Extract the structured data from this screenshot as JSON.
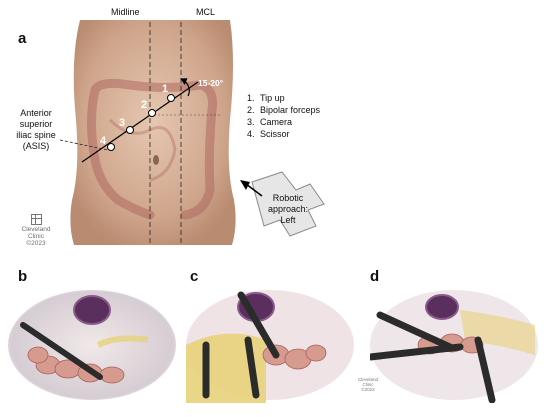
{
  "panels": {
    "a": "a",
    "b": "b",
    "c": "c",
    "d": "d"
  },
  "labels": {
    "midline": "Midline",
    "mcl": "MCL",
    "asis_line1": "Anterior",
    "asis_line2": "superior",
    "asis_line3": "iliac spine",
    "asis_line4": "(ASIS)",
    "angle": "15-20°",
    "approach_line1": "Robotic",
    "approach_line2": "approach:",
    "approach_line3": "Left"
  },
  "port_numbers": [
    "1",
    "2",
    "3",
    "4"
  ],
  "legend": [
    {
      "num": "1.",
      "text": "Tip up"
    },
    {
      "num": "2.",
      "text": "Bipolar forceps"
    },
    {
      "num": "3.",
      "text": "Camera"
    },
    {
      "num": "4.",
      "text": "Scissor"
    }
  ],
  "logo": {
    "line1": "Cleveland",
    "line2": "Clinic",
    "line3": "©2023"
  },
  "small_logo": {
    "line1": "Cleveland",
    "line2": "Clinic",
    "line3": "©2023"
  },
  "colors": {
    "skin": "#d9b8a1",
    "colon": "#b5736b",
    "instrument": "#2b2b2b",
    "fat": "#e8d27a",
    "port_line": "#000000"
  }
}
